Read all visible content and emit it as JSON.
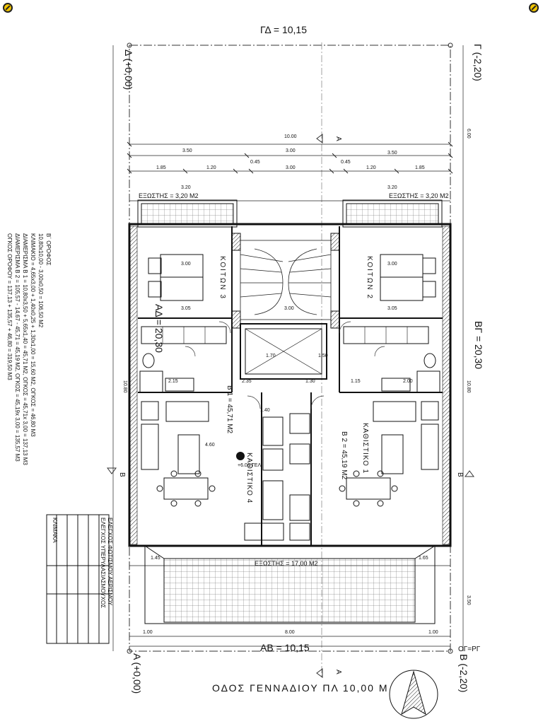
{
  "edges": {
    "top": "ΓΔ = 10,15",
    "bottom": "ΑΒ = 10,15",
    "left": "ΑΔ = 20,30",
    "right": "ΒΓ = 20,30"
  },
  "corners": {
    "top_left": "Δ (+0,00)",
    "top_right": "Γ (-2,20)",
    "bottom_left": "Α (+0,00)",
    "bottom_right": "Β (-2,20)",
    "og_rg": "ΟΓ=ΡΓ"
  },
  "section_marks": {
    "a": "Α",
    "b": "Β"
  },
  "street": "ΟΔΟΣ  ΓΕΝΝΑΔΙΟΥ  ΠΛ 10,00 Μ",
  "rooms": {
    "bedroom3": "ΚΟΙΤΩΝ 3",
    "bedroom2": "ΚΟΙΤΩΝ 2",
    "living4": "ΚΑΘΙΣΤΙΚΟ 4",
    "living1": "ΚΑΘΙΣΤΙΚΟ 1",
    "apt_b1": "Β 1 = 45,71 Μ2",
    "apt_b2": "Β 2 = 45,19 Μ2",
    "balcony_top_left": "ΕΞΩΣΤΗΣ = 3,20 Μ2",
    "balcony_top_right": "ΕΞΩΣΤΗΣ = 3,20 Μ2",
    "balcony_bottom": "ΕΞΩΣΤΗΣ = 17,00 Μ2"
  },
  "dims": {
    "d1000": "10.00",
    "d350a": "3.50",
    "d300a": "3.00",
    "d350b": "3.50",
    "d185a": "1.85",
    "d120a": "1.20",
    "d045a": "0.45",
    "d300b": "3.00",
    "d045b": "0.45",
    "d120b": "1.20",
    "d185b": "1.85",
    "d320a": "3.20",
    "d320b": "3.20",
    "d300c": "3.00",
    "d300d": "3.00",
    "d305a": "3.05",
    "d305b": "3.05",
    "d300e": "3.00",
    "d170": "1.70",
    "d150": "1.50",
    "d130": "1.30",
    "d235": "2.35",
    "d115": "1.15",
    "d215": "2.15",
    "d200": "2.00",
    "d140": "1.40",
    "d460": "4.60",
    "d145": "1.45",
    "d165": "1.65",
    "d100a": "1.00",
    "d800": "8.00",
    "d100b": "1.00",
    "d1080a": "10.80",
    "d1080b": "10.80",
    "d600": "6.00",
    "d350c": "3.50"
  },
  "notes": {
    "heading": "Β΄ ΟΡΟΦΟΣ",
    "line1": "10,80x10,00 - 3,00x0,50 = 106,50 Μ2",
    "line2": "ΚΛΙΜΑΚΙΟ = 4,65x3,00 + 1,40x0,25 + 1,30x1,00 = 15,60 Μ2,  ΟΓΚΟΣ = 46,80 Μ3",
    "line3": "ΔΙΑΜΕΡΙΣΜΑ Β 1 = 10,80x3,50 + 5,65x1,40 = 45,71 Μ2, ΟΓΚΟΣ = 45,71x 3,00 = 137,13 Μ3",
    "line4": "ΔΙΑΜΕΡΙΣΜΑ Β 2 = 105,57 - 14,67 - 45,71  = 45,19 Μ2, ΟΓΚΟΣ = 45,19x 3,00 = 135,57 Μ3",
    "line5": "ΟΓΚΟΣ ΟΡΟΦΟΥ = 137,13 + 135,57 + 46,80 = 319,50 Μ3"
  },
  "legend": {
    "row1": "ΕΛΕΓΧΟΣ ΦΩΤΙΣΜΟΥ ΑΕΡΙΣΜΟΥ",
    "row2": "ΕΛΕΓΧΟΣ ΥΠΕΡΥΛΑΣΙΑΣΜΟΥΧΟΣ",
    "row3": "ΚΛΙΜΑΚΑ"
  },
  "elevation": "+6.00 ΤΕΛ"
}
